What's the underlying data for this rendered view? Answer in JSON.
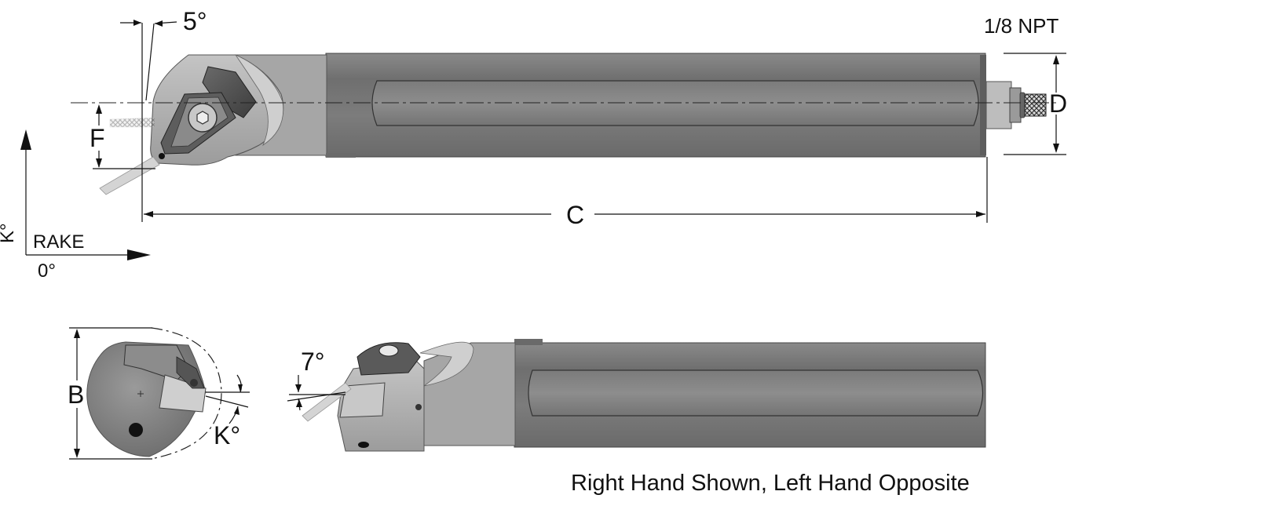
{
  "labels": {
    "angle_top": "5°",
    "thread": "1/8 NPT",
    "dim_d": "D",
    "dim_f": "F",
    "dim_c": "C",
    "dim_b": "B",
    "k_front": "K°",
    "k_axis": "K°",
    "rake": "RAKE",
    "zero": "0°",
    "angle_side": "7°",
    "caption": "Right Hand Shown,  Left Hand Opposite"
  },
  "colors": {
    "bar_dark": "#7a7a7a",
    "bar_light": "#a8a8a8",
    "head_gray": "#b3b3b3",
    "insert_dark": "#4a4a4a",
    "chip": "#cfcfcf"
  }
}
